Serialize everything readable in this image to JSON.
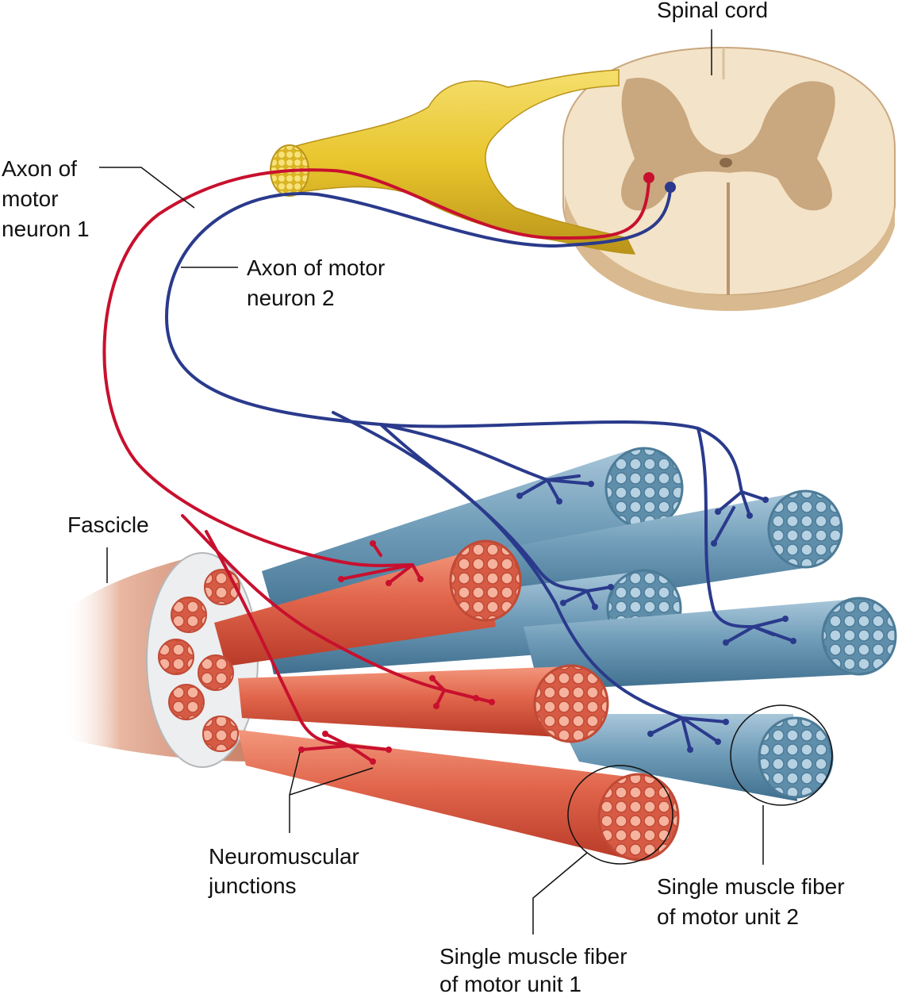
{
  "labels": {
    "spinal_cord": "Spinal cord",
    "axon1": [
      "Axon of",
      "motor",
      "neuron 1"
    ],
    "axon2": [
      "Axon of motor",
      "neuron 2"
    ],
    "fascicle": "Fascicle",
    "nmj": [
      "Neuromuscular",
      "junctions"
    ],
    "fiber_unit2": [
      "Single muscle fiber",
      "of motor unit 2"
    ],
    "fiber_unit1": [
      "Single muscle fiber",
      "of motor unit 1"
    ]
  },
  "colors": {
    "motor_unit_1": "#c8102e",
    "motor_unit_2": "#2a3a8c",
    "muscle_red": "#e0644a",
    "muscle_blue": "#6f9cb8",
    "nerve": "#e8c52c",
    "spinal_white": "#f3e3c8",
    "spinal_gray": "#c9a77f"
  }
}
